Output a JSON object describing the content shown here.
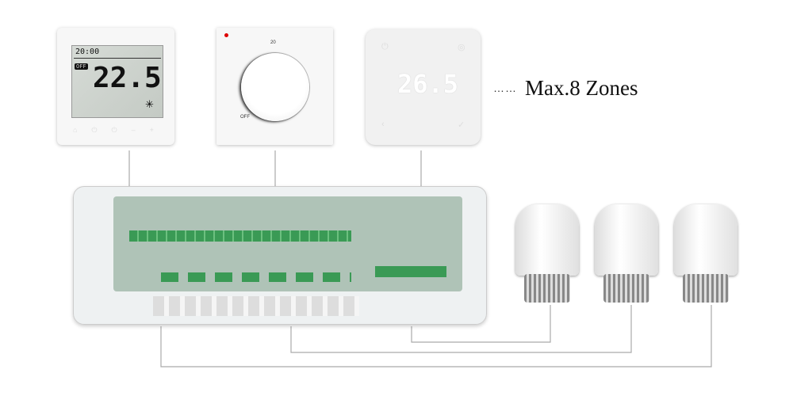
{
  "thermostat_lcd": {
    "time": "20:00",
    "temperature": "22.5",
    "badge": "OFF"
  },
  "thermostat_dial": {
    "top_mark": "20",
    "off_label": "OFF"
  },
  "thermostat_touch": {
    "temperature": "26.5"
  },
  "ellipsis": "……",
  "zones_label": "Max.8 Zones"
}
